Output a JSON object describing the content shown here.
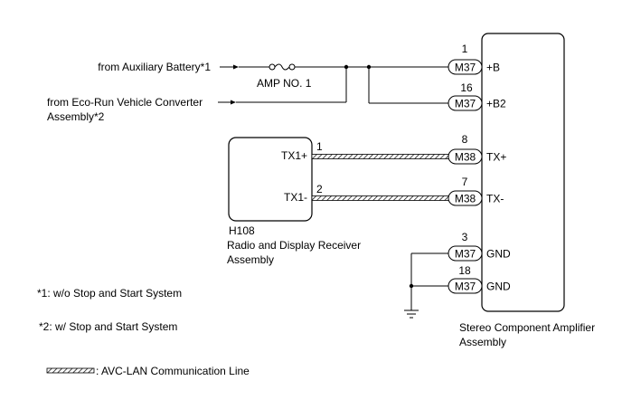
{
  "sources": {
    "aux_battery": "from Auxiliary Battery*1",
    "eco_run_line1": "from Eco-Run Vehicle Converter",
    "eco_run_line2": "Assembly*2"
  },
  "fuse_label": "AMP NO. 1",
  "amplifier": {
    "name_line1": "Stereo Component Amplifier",
    "name_line2": "Assembly",
    "pins": [
      {
        "number": "1",
        "connector": "M37",
        "signal": "+B"
      },
      {
        "number": "16",
        "connector": "M37",
        "signal": "+B2"
      },
      {
        "number": "8",
        "connector": "M38",
        "signal": "TX+"
      },
      {
        "number": "7",
        "connector": "M38",
        "signal": "TX-"
      },
      {
        "number": "3",
        "connector": "M37",
        "signal": "GND"
      },
      {
        "number": "18",
        "connector": "M37",
        "signal": "GND"
      }
    ]
  },
  "receiver": {
    "code": "H108",
    "name_line1": "Radio and Display Receiver",
    "name_line2": "Assembly",
    "pins": [
      {
        "number": "1",
        "signal": "TX1+"
      },
      {
        "number": "2",
        "signal": "TX1-"
      }
    ]
  },
  "notes": {
    "note1": "*1: w/o Stop and Start System",
    "note2": "*2: w/ Stop and Start System",
    "legend": ": AVC-LAN Communication Line"
  }
}
